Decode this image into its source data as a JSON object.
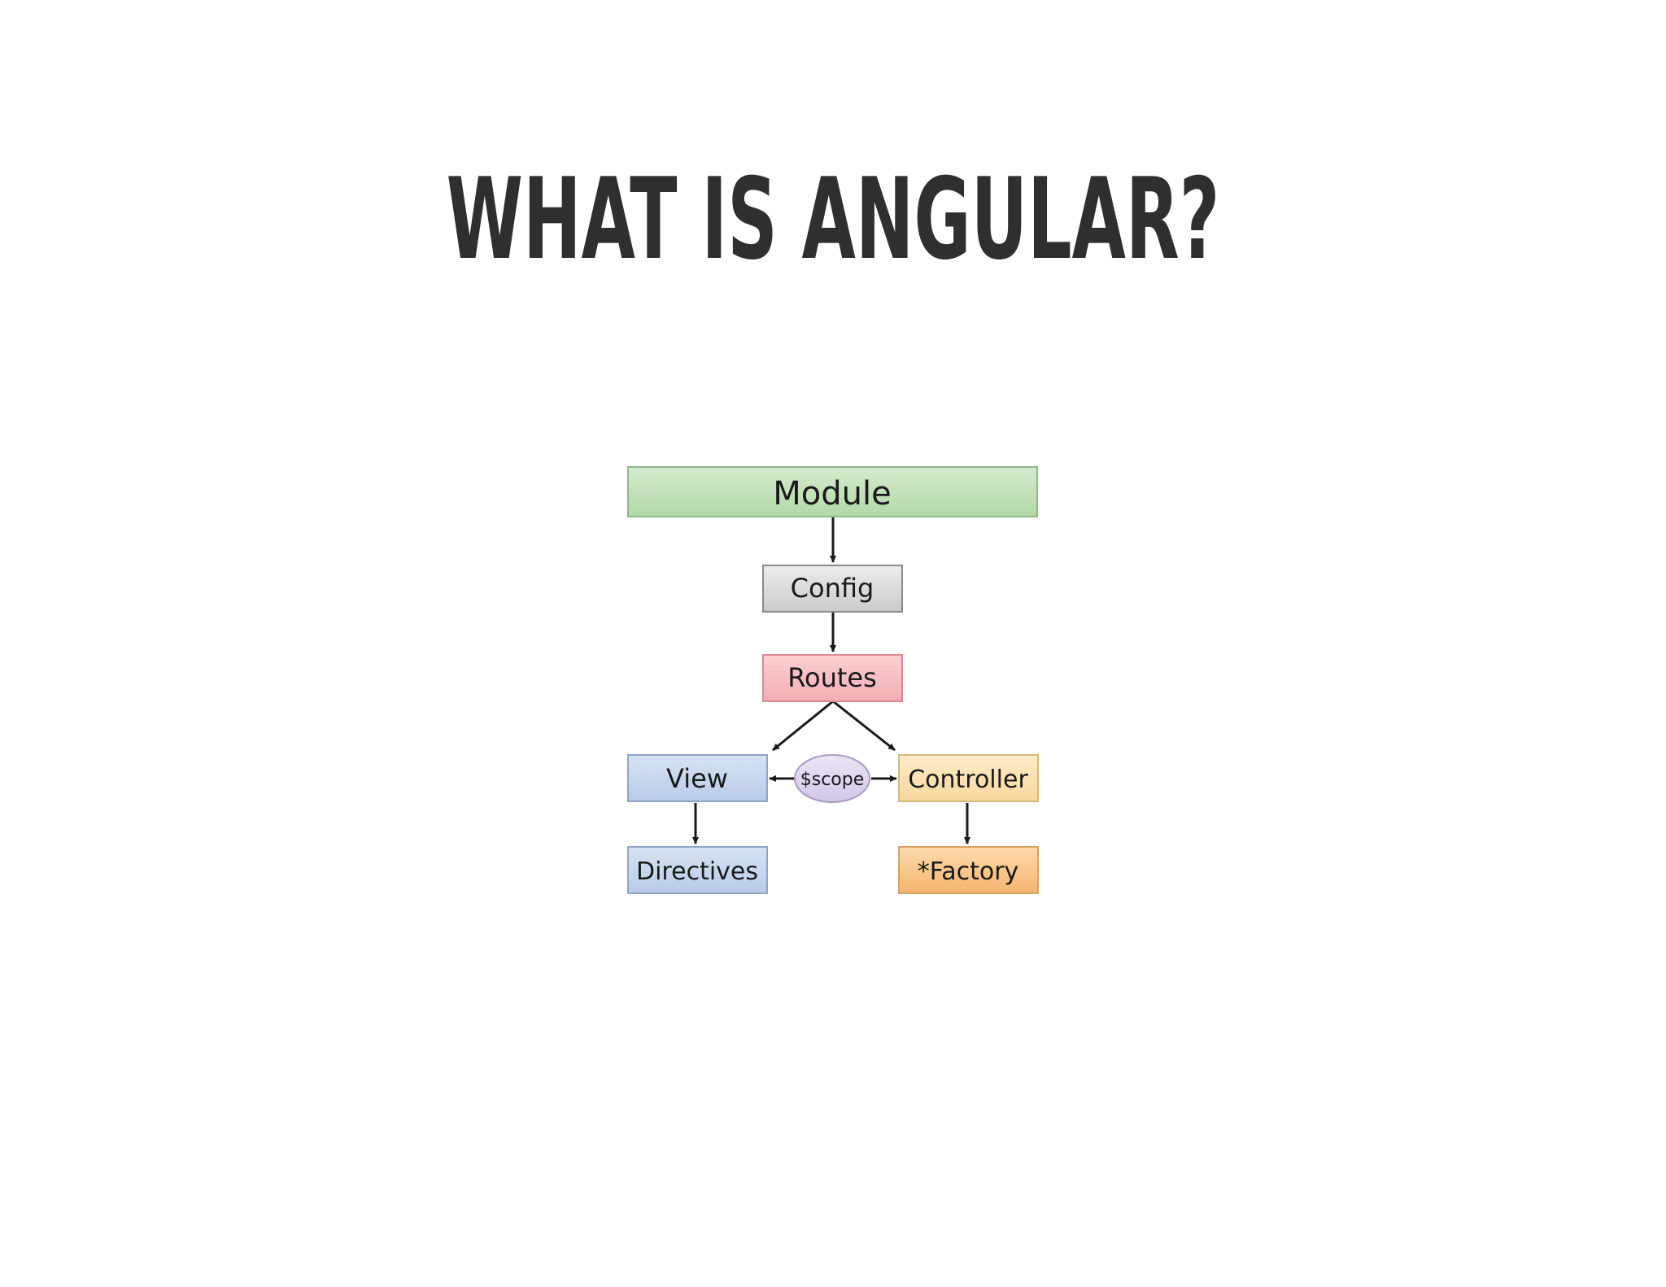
{
  "slide": {
    "title": "WHAT IS ANGULAR?"
  },
  "diagram": {
    "nodes": {
      "module": {
        "label": "Module",
        "fill": "#b9dcb0",
        "stroke": "#8fb987"
      },
      "config": {
        "label": "Config",
        "fill": "#d6d6d6",
        "stroke": "#8a8a8a"
      },
      "routes": {
        "label": "Routes",
        "fill": "#f6b8bd",
        "stroke": "#d98a91"
      },
      "view": {
        "label": "View",
        "fill": "#c3d3ec",
        "stroke": "#8ea5c9"
      },
      "scope": {
        "label": "$scope",
        "fill": "#ddd4ec",
        "stroke": "#a99cc4"
      },
      "controller": {
        "label": "Controller",
        "fill": "#fbdfae",
        "stroke": "#d8b77c"
      },
      "directives": {
        "label": "Directives",
        "fill": "#c3d3ec",
        "stroke": "#8ea5c9"
      },
      "factory": {
        "label": "*Factory",
        "fill": "#f9c58c",
        "stroke": "#d9a264"
      }
    },
    "edges": [
      {
        "from": "Module",
        "to": "Config"
      },
      {
        "from": "Config",
        "to": "Routes"
      },
      {
        "from": "Routes",
        "to": "View"
      },
      {
        "from": "Routes",
        "to": "Controller"
      },
      {
        "from": "$scope",
        "to": "View"
      },
      {
        "from": "$scope",
        "to": "Controller"
      },
      {
        "from": "View",
        "to": "Directives"
      },
      {
        "from": "Controller",
        "to": "*Factory"
      }
    ],
    "edge_color": "#1a1a1a"
  }
}
